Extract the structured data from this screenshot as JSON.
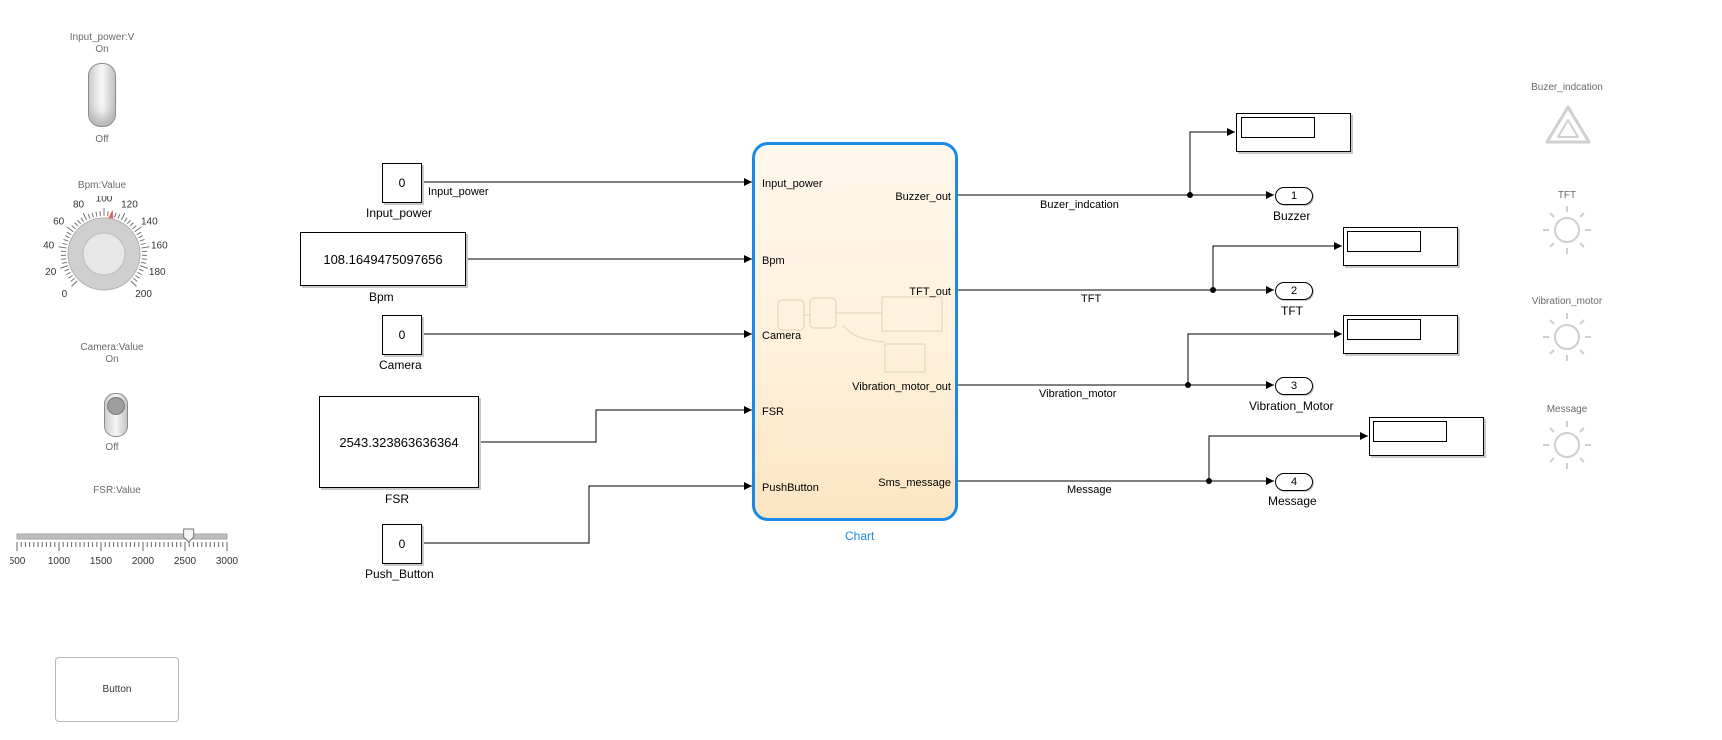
{
  "dashboard": {
    "toggle": {
      "title": "Input_power:V",
      "on": "On",
      "off": "Off"
    },
    "knob": {
      "title": "Bpm:Value",
      "ticks": [
        "0",
        "20",
        "40",
        "60",
        "80",
        "100",
        "120",
        "140",
        "160",
        "180",
        "200"
      ],
      "value": 108.1649475097656
    },
    "rocker": {
      "title": "Camera:Value",
      "on": "On",
      "off": "Off"
    },
    "slider": {
      "title": "FSR:Value",
      "ticks": [
        "500",
        "1000",
        "1500",
        "2000",
        "2500",
        "3000"
      ],
      "min": 500,
      "max": 3000,
      "value": 2543.323863636364
    },
    "button": {
      "label": "Button"
    }
  },
  "inputs": {
    "input_power": {
      "value": "0",
      "name": "Input_power",
      "signal": "Input_power"
    },
    "bpm": {
      "value": "108.1649475097656",
      "name": "Bpm"
    },
    "camera": {
      "value": "0",
      "name": "Camera"
    },
    "fsr": {
      "value": "2543.323863636364",
      "name": "FSR"
    },
    "push": {
      "value": "0",
      "name": "Push_Button"
    }
  },
  "chart": {
    "name": "Chart",
    "inports": [
      "Input_power",
      "Bpm",
      "Camera",
      "FSR",
      "PushButton"
    ],
    "outports": [
      "Buzzer_out",
      "TFT_out",
      "Vibration_motor_out",
      "Sms_message"
    ]
  },
  "signals": {
    "buzzer": "Buzer_indcation",
    "tft": "TFT",
    "vibration": "Vibration_motor",
    "message": "Message"
  },
  "outports": [
    {
      "num": "1",
      "name": "Buzzer"
    },
    {
      "num": "2",
      "name": "TFT"
    },
    {
      "num": "3",
      "name": "Vibration_Motor"
    },
    {
      "num": "4",
      "name": "Message"
    }
  ],
  "lamps": {
    "buzzer": "Buzer_indcation",
    "tft": "TFT",
    "vibration": "Vibration_motor",
    "message": "Message"
  }
}
